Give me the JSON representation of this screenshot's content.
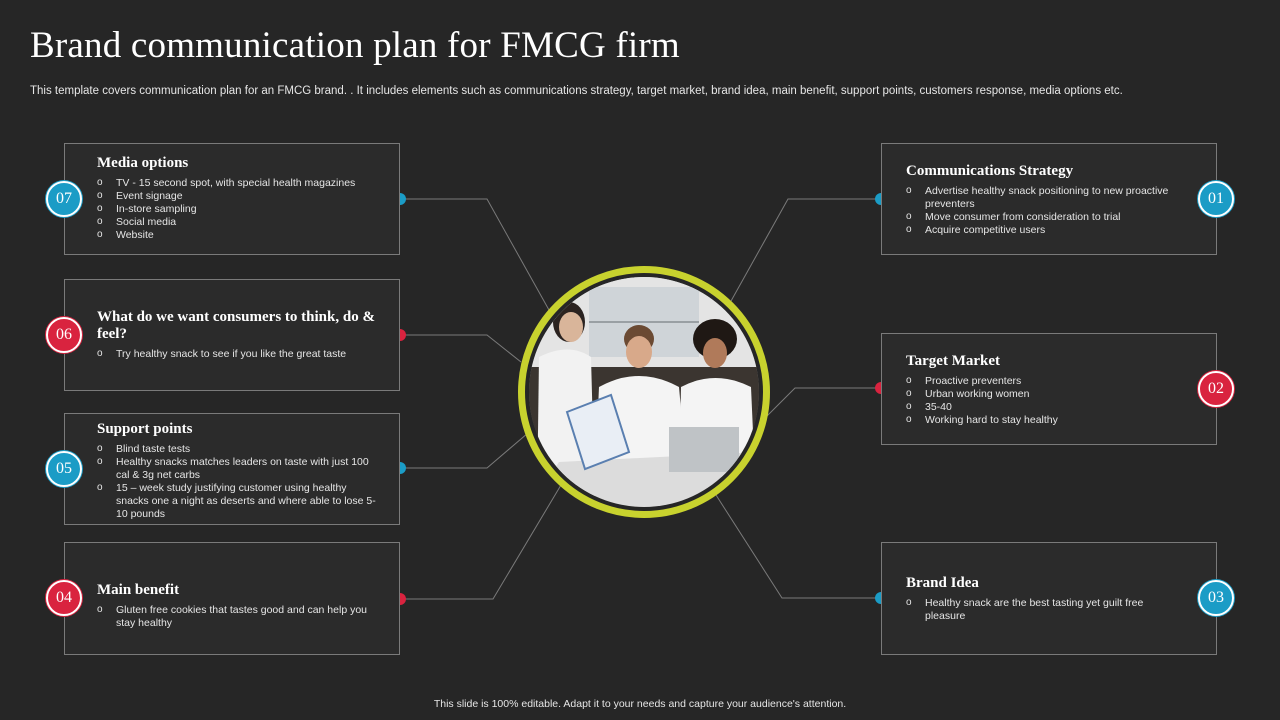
{
  "header": {
    "title": "Brand communication plan for FMCG firm",
    "subtitle": "This template covers communication plan for an FMCG  brand. .  It includes elements such as communications strategy, target market, brand idea, main benefit, support points, customers response, media options etc."
  },
  "footer": "This slide is 100% editable.  Adapt it to your needs and capture your audience's attention.",
  "colors": {
    "blue": "#1b9cc6",
    "red": "#d9233f",
    "ring": "#c8d22e",
    "background": "#262626"
  },
  "center_image": "team-meeting-photo",
  "items": {
    "i07": {
      "number": "07",
      "title": "Media options",
      "bullets": [
        "TV - 15 second spot, with special health magazines",
        "Event signage",
        "In-store sampling",
        "Social media",
        "Website"
      ]
    },
    "i06": {
      "number": "06",
      "title": "What do we want consumers to think, do & feel?",
      "bullets": [
        "Try healthy snack to see if you like the great taste"
      ]
    },
    "i05": {
      "number": "05",
      "title": "Support points",
      "bullets": [
        "Blind taste tests",
        "Healthy snacks matches leaders on taste with just 100 cal & 3g net carbs",
        "15 – week study justifying customer using healthy snacks one a night  as deserts and where able to lose 5-10 pounds"
      ]
    },
    "i04": {
      "number": "04",
      "title": "Main benefit",
      "bullets": [
        "Gluten  free cookies that tastes good and can help you stay healthy"
      ]
    },
    "i01": {
      "number": "01",
      "title": "Communications Strategy",
      "bullets": [
        "Advertise healthy snack positioning to new proactive preventers",
        "Move consumer from consideration to trial",
        "Acquire competitive users"
      ]
    },
    "i02": {
      "number": "02",
      "title": "Target Market",
      "bullets": [
        "Proactive preventers",
        "Urban working women",
        "35-40",
        "Working hard to stay healthy"
      ]
    },
    "i03": {
      "number": "03",
      "title": "Brand Idea",
      "bullets": [
        "Healthy snack are the best tasting yet guilt  free pleasure"
      ]
    }
  }
}
